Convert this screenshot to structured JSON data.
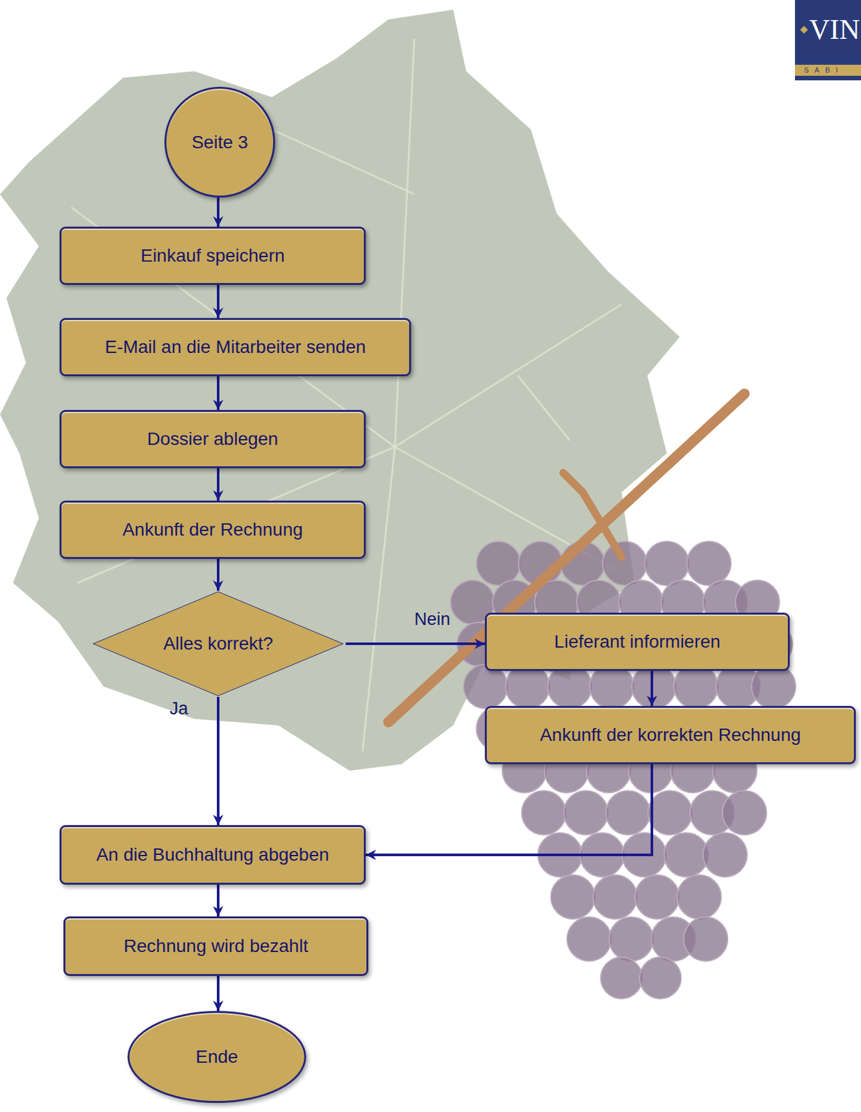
{
  "diagram": {
    "nodes": [
      {
        "text": [
          "Seite 3"
        ]
      },
      {
        "text": [
          "Einkauf speichern"
        ]
      },
      {
        "text": [
          "E-Mail an die Mitarbeiter senden"
        ]
      },
      {
        "text": [
          "Dossier ablegen"
        ]
      },
      {
        "text": [
          "Ankunft der Rechnung"
        ]
      },
      {
        "text": [
          "Alles korrekt?"
        ]
      },
      {
        "text": [
          "Lieferant informieren"
        ]
      },
      {
        "text": [
          "Ankunft der korrekten Rechnung"
        ]
      },
      {
        "text": [
          "An die Buchhaltung abgeben"
        ]
      },
      {
        "text": [
          "Rechnung wird bezahlt"
        ]
      },
      {
        "text": [
          "Ende"
        ]
      }
    ],
    "edges": [
      {
        "from": 0,
        "to": 1,
        "arrow": "to"
      },
      {
        "from": 1,
        "to": 2,
        "arrow": "to"
      },
      {
        "from": 2,
        "to": 3,
        "arrow": "to"
      },
      {
        "from": 3,
        "to": 4,
        "arrow": "to"
      },
      {
        "from": 4,
        "to": 5,
        "arrow": "to"
      },
      {
        "from": 5,
        "to": 6,
        "label": "Nein",
        "arrow": "to"
      },
      {
        "from": 6,
        "to": 7,
        "arrow": "to"
      },
      {
        "from": 5,
        "to": 8,
        "label": "Ja",
        "arrow": "to"
      },
      {
        "from": 7,
        "to": 8,
        "arrow": "to"
      },
      {
        "from": 8,
        "to": 9,
        "arrow": "to"
      },
      {
        "from": 9,
        "to": 10,
        "arrow": "to"
      }
    ],
    "labels": [
      "VIN",
      "SABI"
    ]
  }
}
